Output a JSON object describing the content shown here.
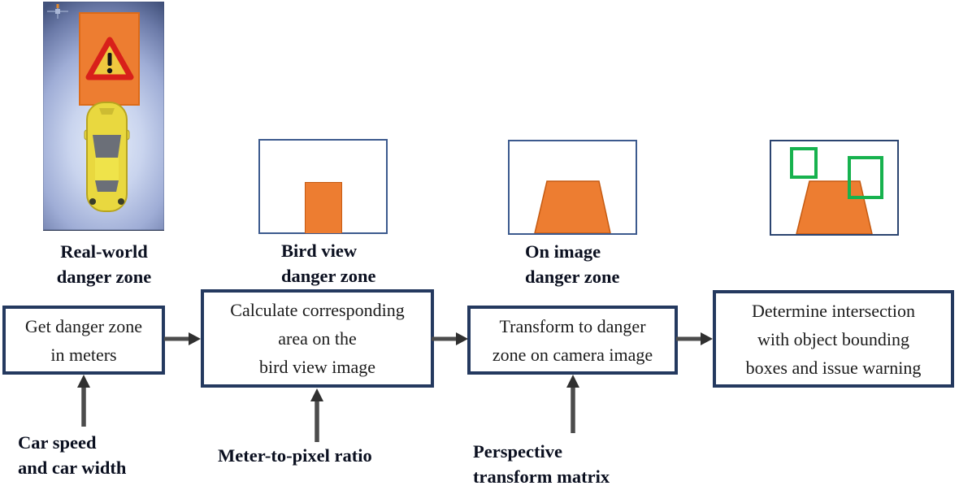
{
  "figure": {
    "title_context": "danger zone warning pipeline diagram",
    "colors": {
      "background": "#FFFFFF",
      "process_box_border": "#24395F",
      "panel_border": "#3C5A8E",
      "danger_orange": "#ED7D31",
      "danger_orange_edge": "#C55A11",
      "bounding_box_green": "#17B24E",
      "arrow_gray": "#4C4C4C",
      "sign_red": "#D8201A",
      "sign_yellow": "#EFC83F",
      "car_yellow": "#E9D83F",
      "text_black": "#0B1020"
    },
    "icons": {
      "warning": "warning-triangle-icon",
      "gizmo": "axis-gizmo-icon",
      "car": "car-top-view-icon"
    },
    "stages": {
      "real_world": {
        "label": [
          "Real-world",
          "danger zone"
        ]
      },
      "bird_view": {
        "label": [
          "Bird view",
          "danger zone"
        ]
      },
      "on_image": {
        "label": [
          "On image",
          "danger zone"
        ]
      }
    },
    "process": [
      {
        "lines": [
          "Get danger zone",
          "in meters"
        ]
      },
      {
        "lines": [
          "Calculate corresponding",
          "area on the",
          "bird view image"
        ]
      },
      {
        "lines": [
          "Transform to danger",
          "zone on camera image"
        ]
      },
      {
        "lines": [
          "Determine intersection",
          "with object bounding",
          "boxes and issue warning"
        ]
      }
    ],
    "inputs": [
      {
        "lines": [
          "Car speed",
          "and car width"
        ]
      },
      {
        "lines": [
          "Meter-to-pixel ratio"
        ]
      },
      {
        "lines": [
          "Perspective",
          "transform matrix"
        ]
      }
    ]
  }
}
